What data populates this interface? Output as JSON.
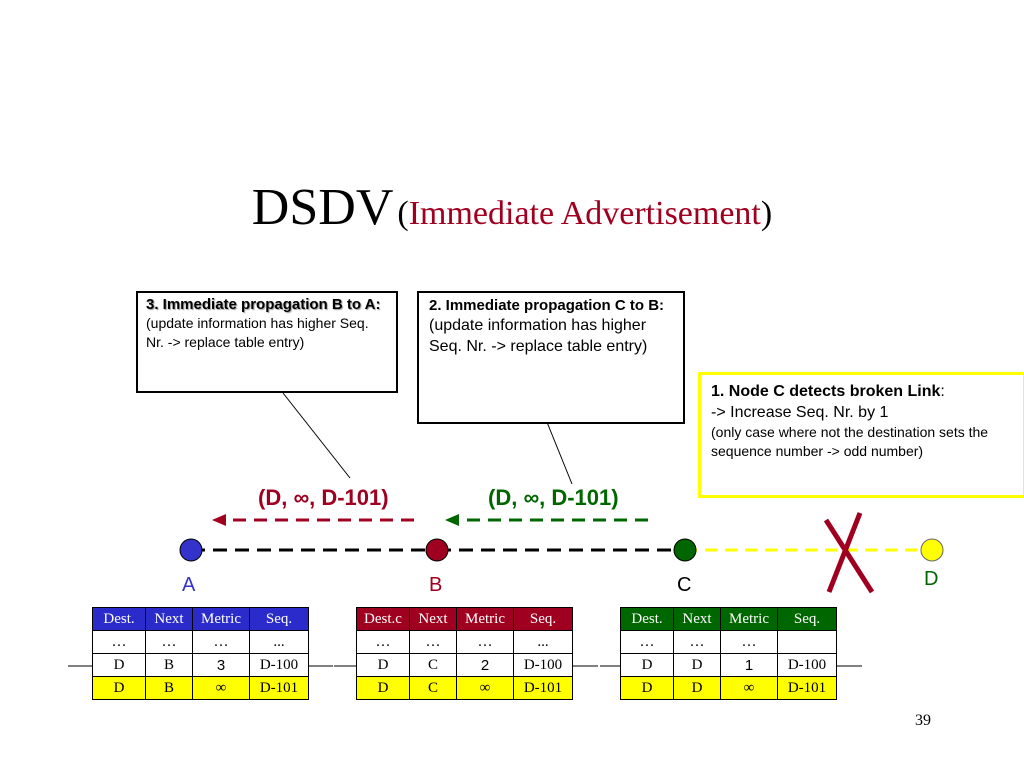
{
  "title": {
    "main": "DSDV",
    "open_paren": "(",
    "sub": "Immediate Advertisement",
    "close_paren": ")"
  },
  "box3": {
    "heading": "3. Immediate propagation B to A:",
    "body": "(update information has higher Seq. Nr. -> replace table entry)"
  },
  "box2": {
    "heading": "2. Immediate propagation C to B:",
    "body": "(update information has higher Seq. Nr. -> replace table entry)"
  },
  "box1": {
    "heading": "1. Node C detects broken Link",
    "colon": ":",
    "line2": "-> Increase Seq. Nr. by 1",
    "body": "(only case where not the destination sets the sequence number -> odd number)"
  },
  "messages": {
    "b_to_a": "(D, ∞, D-101)",
    "c_to_b": "(D, ∞, D-101)"
  },
  "nodes": {
    "A": {
      "label": "A",
      "color": "#3333cc"
    },
    "B": {
      "label": "B",
      "color": "#a00020"
    },
    "C": {
      "label": "C",
      "color": "#006600"
    },
    "D": {
      "label": "D",
      "color": "#ffff00"
    }
  },
  "tables": {
    "A": {
      "headers": [
        "Dest.",
        "Next",
        "Metric",
        "Seq."
      ],
      "rows": [
        [
          "…",
          "…",
          "…",
          "..."
        ],
        [
          "D",
          "B",
          "3",
          "D-100"
        ],
        [
          "D",
          "B",
          "∞",
          "D-101"
        ]
      ]
    },
    "B": {
      "headers": [
        "Dest.c",
        "Next",
        "Metric",
        "Seq."
      ],
      "rows": [
        [
          "…",
          "…",
          "…",
          "..."
        ],
        [
          "D",
          "C",
          "2",
          "D-100"
        ],
        [
          "D",
          "C",
          "∞",
          "D-101"
        ]
      ]
    },
    "C": {
      "headers": [
        "Dest.",
        "Next",
        "Metric",
        "Seq."
      ],
      "rows": [
        [
          "…",
          "…",
          "…",
          ""
        ],
        [
          "D",
          "D",
          "1",
          "D-100"
        ],
        [
          "D",
          "D",
          "∞",
          "D-101"
        ]
      ]
    }
  },
  "page_number": "39"
}
